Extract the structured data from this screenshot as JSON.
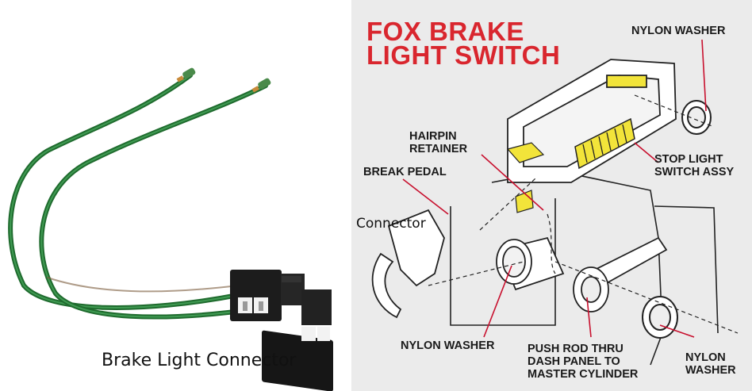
{
  "left_image": {
    "caption": "Brake Light Connector"
  },
  "diagram": {
    "title_line1": "FOX BRAKE",
    "title_line2": "LIGHT SWITCH",
    "connector_label": "Connector",
    "labels": {
      "nylon_washer_top": "NYLON WASHER",
      "hairpin_line1": "HAIRPIN",
      "hairpin_line2": "RETAINER",
      "break_pedal": "BREAK PEDAL",
      "stop_light_line1": "STOP LIGHT",
      "stop_light_line2": "SWITCH ASSY",
      "nylon_washer_bottom": "NYLON WASHER",
      "push_rod_line1": "PUSH ROD THRU",
      "push_rod_line2": "DASH PANEL TO",
      "push_rod_line3": "MASTER CYLINDER",
      "nylon_washer_right_line1": "NYLON",
      "nylon_washer_right_line2": "WASHER"
    },
    "colors": {
      "title": "#d9262e",
      "leader_lines": "#c8102e",
      "highlight": "#f2e43a",
      "background": "#ebebeb"
    }
  }
}
